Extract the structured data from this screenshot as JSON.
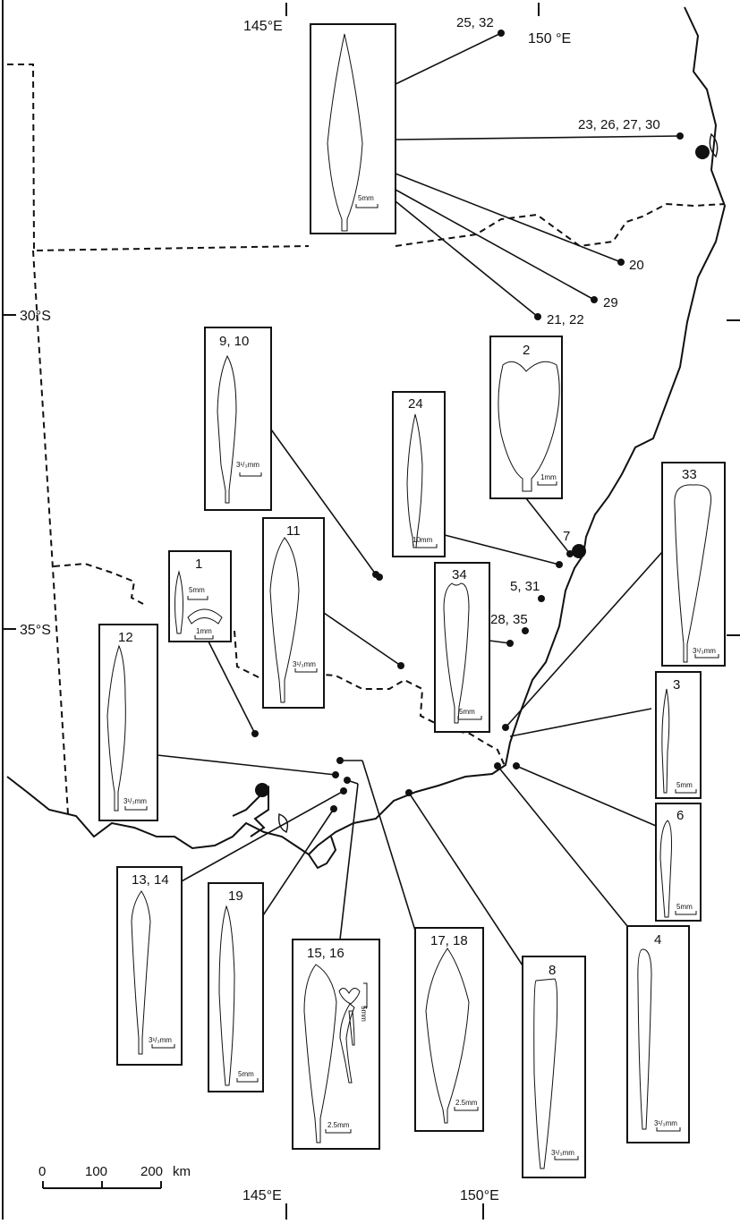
{
  "map": {
    "longitude_labels_top": [
      "145°E",
      "150 °E"
    ],
    "longitude_labels_bottom": [
      "145°E",
      "150°E"
    ],
    "latitude_labels": [
      "30°S",
      "35°S"
    ],
    "scale_bar": {
      "ticks": [
        "0",
        "100",
        "200"
      ],
      "unit": "km"
    }
  },
  "sites": [
    {
      "label": "25, 32"
    },
    {
      "label": "23, 26, 27, 30"
    },
    {
      "label": "20"
    },
    {
      "label": "29"
    },
    {
      "label": "21, 22"
    },
    {
      "label": "7"
    },
    {
      "label": "5, 31"
    },
    {
      "label": "28, 35"
    }
  ],
  "specimens": [
    {
      "number": "",
      "scale": "5mm"
    },
    {
      "number": "9, 10",
      "scale": "3¹/₃mm"
    },
    {
      "number": "24",
      "scale": "10mm"
    },
    {
      "number": "2",
      "scale": "1mm"
    },
    {
      "number": "33",
      "scale": "3¹/₃mm"
    },
    {
      "number": "11",
      "scale": "3¹/₃mm"
    },
    {
      "number": "1",
      "scale": "5mm",
      "scale2": "1mm"
    },
    {
      "number": "34",
      "scale": "5mm"
    },
    {
      "number": "12",
      "scale": "3¹/₃mm"
    },
    {
      "number": "3",
      "scale": "5mm"
    },
    {
      "number": "6",
      "scale": "5mm"
    },
    {
      "number": "13, 14",
      "scale": "3¹/₃mm"
    },
    {
      "number": "19",
      "scale": "5mm"
    },
    {
      "number": "15, 16",
      "scale": "2.5mm",
      "scale2": "5mm"
    },
    {
      "number": "17, 18",
      "scale": "2.5mm"
    },
    {
      "number": "8",
      "scale": "3¹/₃mm"
    },
    {
      "number": "4",
      "scale": "3¹/₃mm"
    }
  ]
}
